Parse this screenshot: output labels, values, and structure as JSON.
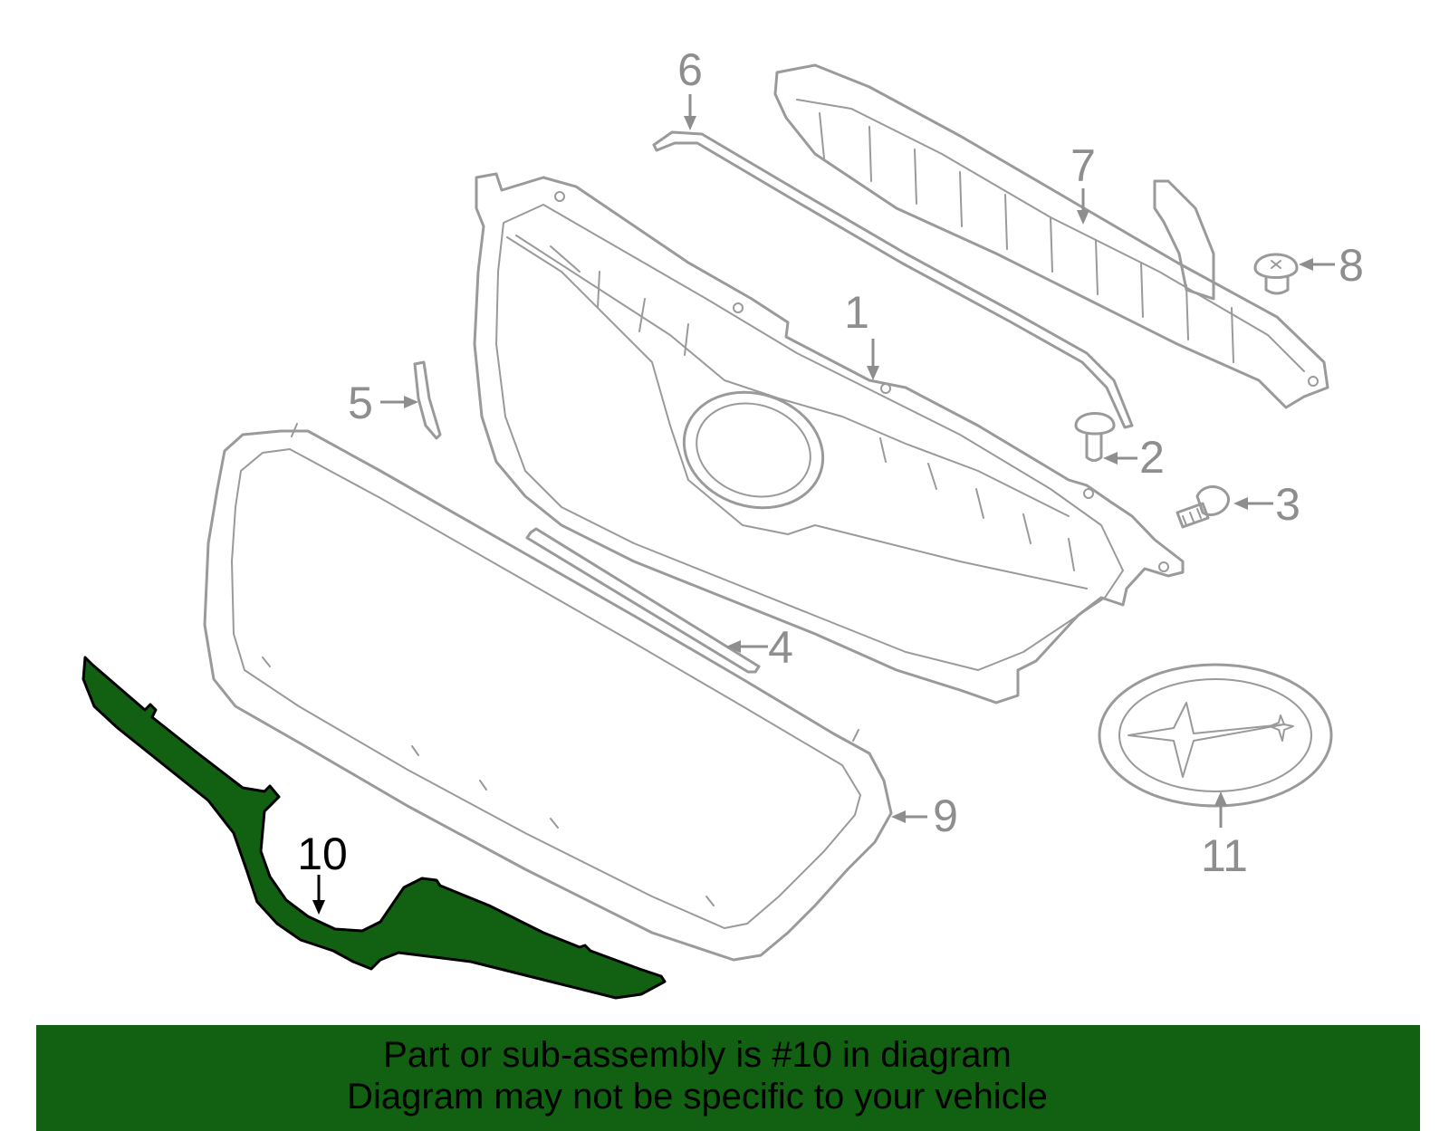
{
  "diagram": {
    "highlight_color": "#126112",
    "outline_color": "#9a9a9a",
    "highlighted_part": "10",
    "callouts": [
      {
        "id": "1",
        "label": "1"
      },
      {
        "id": "2",
        "label": "2"
      },
      {
        "id": "3",
        "label": "3"
      },
      {
        "id": "4",
        "label": "4"
      },
      {
        "id": "5",
        "label": "5"
      },
      {
        "id": "6",
        "label": "6"
      },
      {
        "id": "7",
        "label": "7"
      },
      {
        "id": "8",
        "label": "8"
      },
      {
        "id": "9",
        "label": "9"
      },
      {
        "id": "10",
        "label": "10"
      },
      {
        "id": "11",
        "label": "11"
      }
    ]
  },
  "banner": {
    "background": "#126112",
    "line1": "Part or sub-assembly is #10 in diagram",
    "line2": "Diagram may not be specific to your vehicle"
  }
}
